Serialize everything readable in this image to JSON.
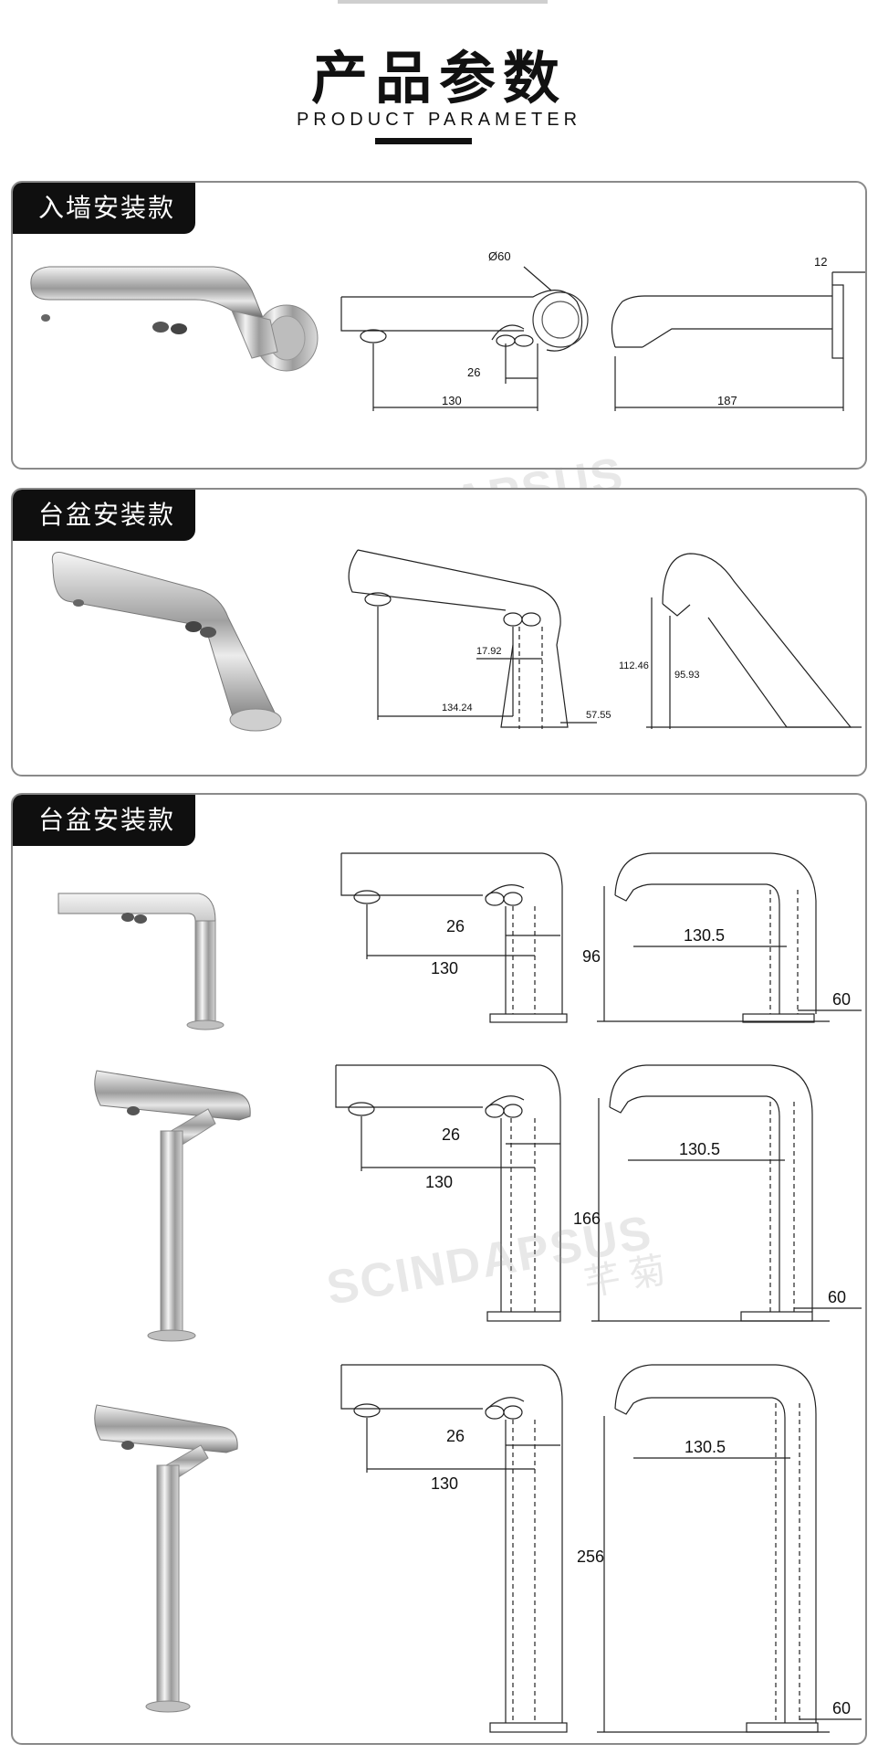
{
  "header": {
    "title": "产品参数",
    "subtitle": "PRODUCT PARAMETER"
  },
  "watermark": {
    "brand": "SCINDAPSUS",
    "brand_cn": "芊菊"
  },
  "sections": [
    {
      "label": "入墙安装款",
      "dims": {
        "diameter": "Ø60",
        "top": "12",
        "a": "26",
        "b": "130",
        "c": "187"
      }
    },
    {
      "label": "台盆安装款",
      "dims": {
        "a": "17.92",
        "b": "134.24",
        "c": "57.55",
        "h1": "112.46",
        "h2": "95.93"
      }
    },
    {
      "label": "台盆安装款",
      "variants": [
        {
          "a": "26",
          "b": "130",
          "reach": "130.5",
          "height": "96",
          "base": "60"
        },
        {
          "a": "26",
          "b": "130",
          "reach": "130.5",
          "height": "166",
          "base": "60"
        },
        {
          "a": "26",
          "b": "130",
          "reach": "130.5",
          "height": "256",
          "base": "60"
        }
      ]
    }
  ]
}
